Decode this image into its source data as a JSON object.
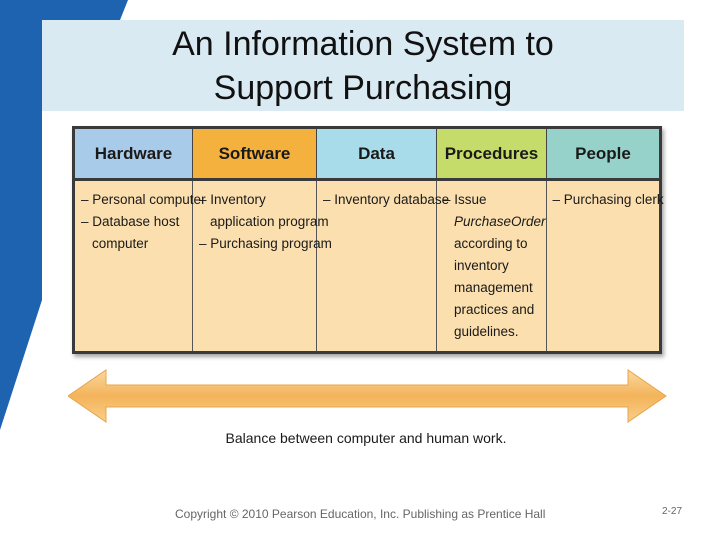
{
  "slide": {
    "title_line1": "An Information System to",
    "title_line2": "Support Purchasing",
    "caption": "Balance between computer and human work.",
    "copyright": "Copyright © 2010 Pearson Education, Inc. Publishing as Prentice Hall",
    "page_number": "2-27"
  },
  "colors": {
    "hardware": "#a9cbea",
    "software": "#f5b13d",
    "data": "#a9dcea",
    "procedures": "#c6dc6a",
    "people": "#96d2c9",
    "body": "#fbdfae",
    "arrow": "#f3b35a",
    "band": "#1e63b0"
  },
  "table": {
    "headers": [
      "Hardware",
      "Software",
      "Data",
      "Procedures",
      "People"
    ],
    "hardware": [
      "– Personal computer",
      "– Database host",
      "computer"
    ],
    "software": [
      "– Inventory",
      "application program",
      "– Purchasing program"
    ],
    "data": [
      "– Inventory database"
    ],
    "procedures": [
      "– Issue",
      "PurchaseOrder",
      "according to",
      "inventory",
      "management",
      "practices and",
      "guidelines."
    ],
    "people": [
      "– Purchasing clerk"
    ]
  }
}
